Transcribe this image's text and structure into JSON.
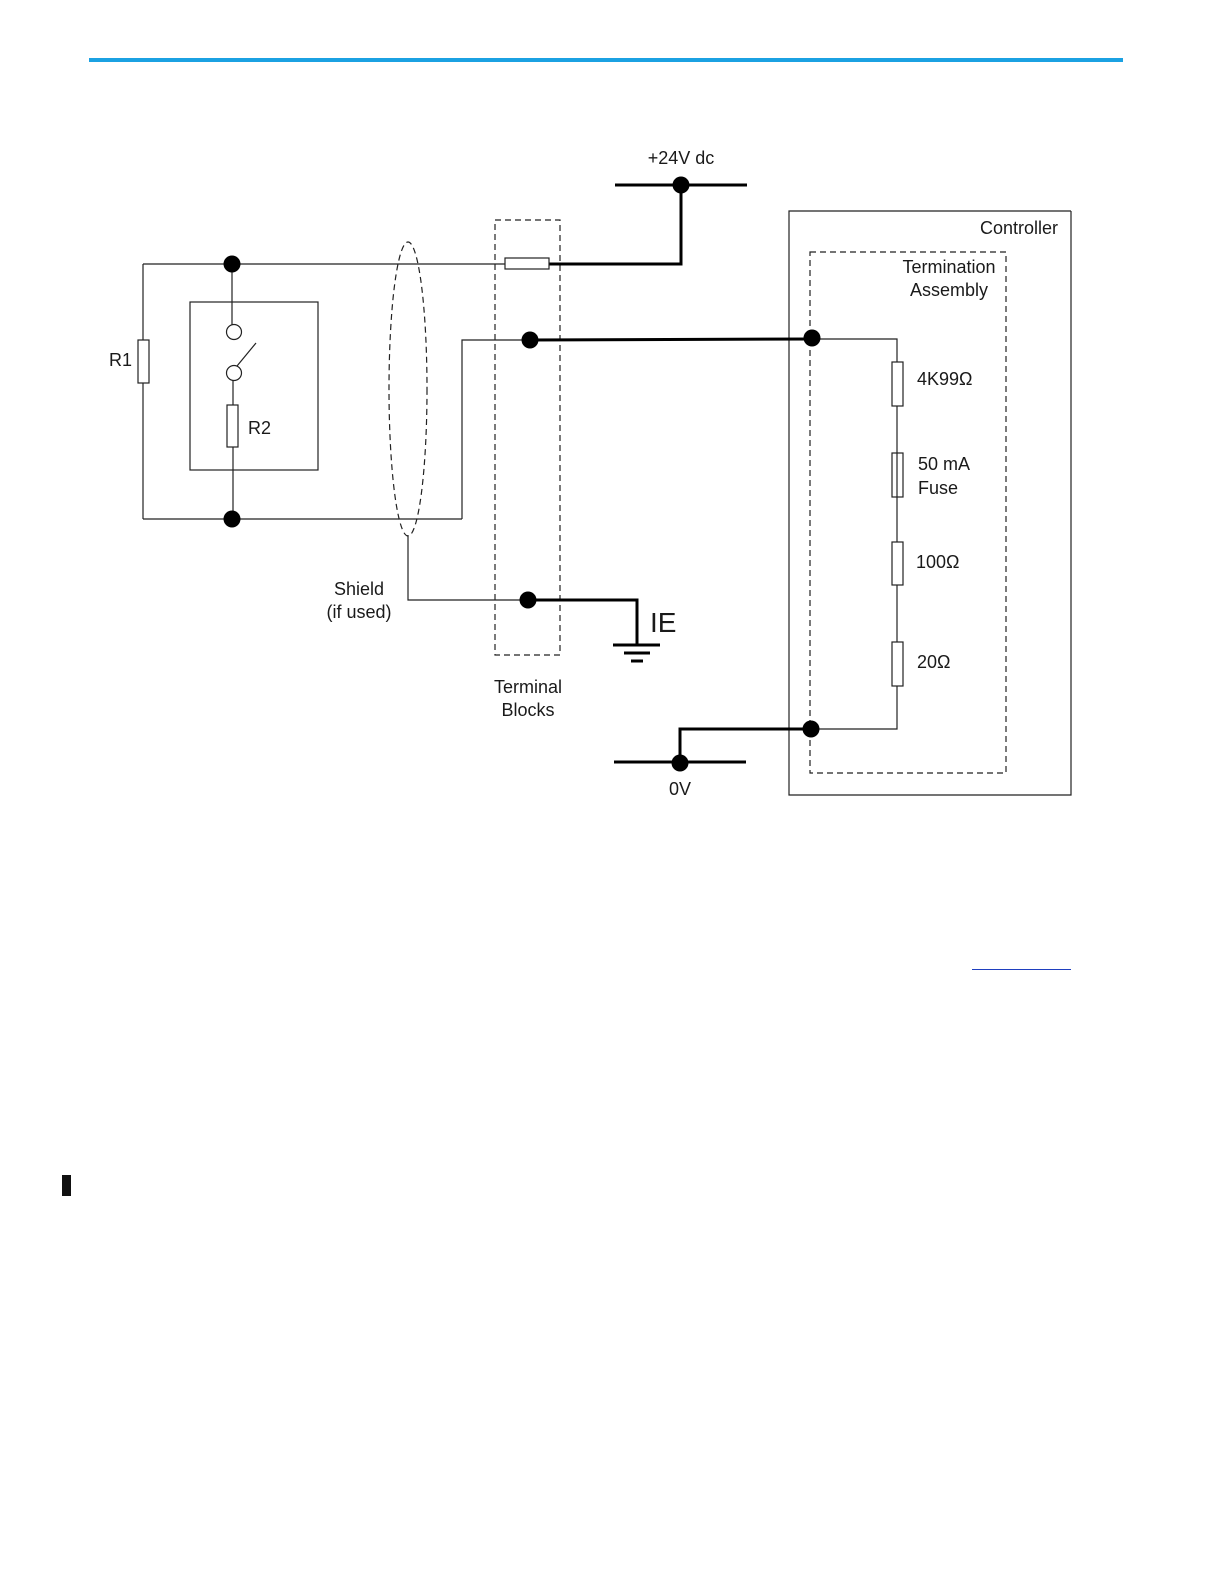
{
  "page": {
    "accent_color": "#1ba1e2",
    "link_color": "#1f3fbf"
  },
  "diagram": {
    "labels": {
      "supply": "+24V dc",
      "ground_rail": "0V",
      "controller": "Controller",
      "termination_line1": "Termination",
      "termination_line2": "Assembly",
      "r1": "R1",
      "r2": "R2",
      "resistor_4k99": "4K99Ω",
      "fuse_line1": "50 mA",
      "fuse_line2": "Fuse",
      "resistor_100": "100Ω",
      "resistor_20": "20Ω",
      "shield_line1": "Shield",
      "shield_line2": "(if used)",
      "terminal_line1": "Terminal",
      "terminal_line2": "Blocks",
      "earth": "IE"
    }
  }
}
